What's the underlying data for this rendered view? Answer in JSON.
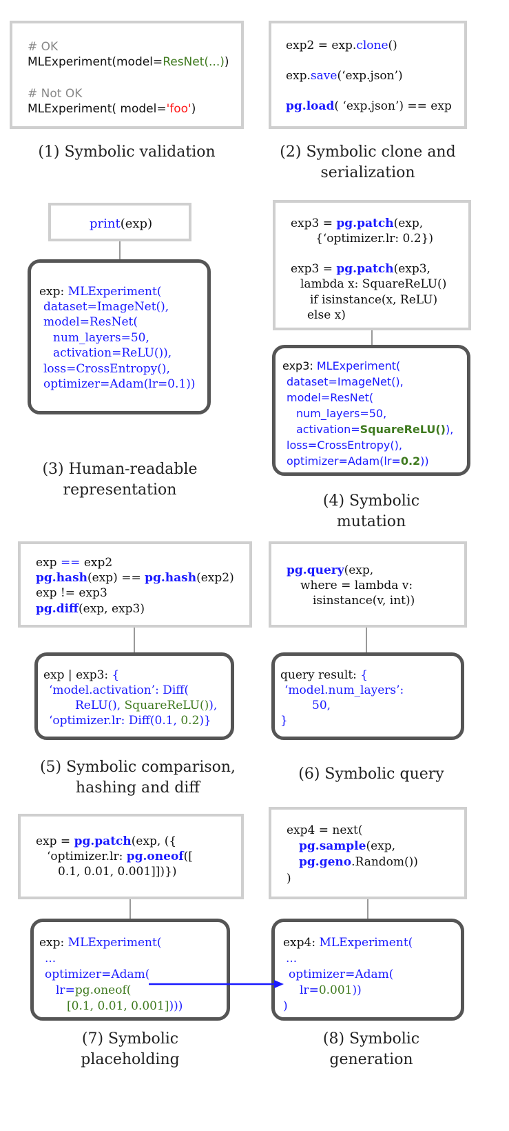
{
  "colors": {
    "black": "#111111",
    "gray": "#888888",
    "blue": "#1a1aff",
    "green": "#3f7a1f",
    "red": "#ff1a1a",
    "border_light": "#cfcfcf",
    "border_dark": "#555555"
  },
  "p1": {
    "c1": "# OK",
    "c2a": "MLExperiment(model=",
    "c2b": "ResNet(...)",
    "c2c": ")",
    "c3": "# Not OK",
    "c4a": "MLExperiment( model=",
    "c4b": "'foo'",
    "c4c": ")",
    "cap1": "(1) Symbolic validation"
  },
  "p2": {
    "l1a": "exp2 = exp.",
    "l1b": "clone",
    "l1c": "()",
    "l2a": "exp.",
    "l2b": "save",
    "l2c": "(‘exp.json’)",
    "l3a": "pg.load",
    "l3b": "( ‘exp.json’) == exp",
    "cap1": "(2) Symbolic clone and",
    "cap2": "serialization"
  },
  "p3": {
    "print_a": "print",
    "print_b": "(exp)",
    "r1a": "exp: ",
    "r1b": "MLExperiment(",
    "r2": "dataset=ImageNet(),",
    "r3": "model=ResNet(",
    "r4": "num_layers=50,",
    "r5": "activation=ReLU()),",
    "r6": "loss=CrossEntropy(),",
    "r7": "optimizer=Adam(lr=0.1))",
    "cap1": "(3)  Human-readable",
    "cap2": "representation"
  },
  "p4": {
    "a1a": "exp3 = ",
    "a1b": "pg.patch",
    "a1c": "(exp,",
    "a2": "{‘optimizer.lr: 0.2})",
    "a3a": "exp3 = ",
    "a3b": "pg.patch",
    "a3c": "(exp3,",
    "a4": "lambda x: SquareReLU()",
    "a5": "if isinstance(x, ReLU)",
    "a6": "else x)",
    "r1a": "exp3: ",
    "r1b": "MLExperiment(",
    "r2": "dataset=ImageNet(),",
    "r3": "model=ResNet(",
    "r4": "num_layers=50,",
    "r5a": "activation=",
    "r5b": "SquareReLU()",
    "r5c": "),",
    "r6": "loss=CrossEntropy(),",
    "r7a": "optimizer=Adam(lr=",
    "r7b": "0.2",
    "r7c": "))",
    "cap1": "(4) Symbolic",
    "cap2": "mutation"
  },
  "p5": {
    "a1a": "exp ",
    "a1b": "==",
    "a1c": " exp2",
    "a2a": "pg.hash",
    "a2b": "(exp) == ",
    "a2c": "pg.hash",
    "a2d": "(exp2)",
    "a3": "exp != exp3",
    "a4a": "pg.diff",
    "a4b": "(exp, exp3)",
    "r1a": "exp | exp3: ",
    "r1b": "{",
    "r2": "‘model.activation’: Diff(",
    "r3a": "ReLU(), ",
    "r3b": "SquareReLU()",
    "r3c": "),",
    "r4a": "‘optimizer.lr: Diff(0.1, ",
    "r4b": "0.2",
    "r4c": ")}",
    "cap1": "(5) Symbolic comparison,",
    "cap2": "hashing and diff"
  },
  "p6": {
    "a1a": "pg.query",
    "a1b": "(exp,",
    "a2": "where = lambda v:",
    "a3": "isinstance(v, int))",
    "r1a": "query result: ",
    "r1b": "{",
    "r2": "‘model.num_layers’:",
    "r3": "50,",
    "r4": "}",
    "cap1": "(6) Symbolic query"
  },
  "p7": {
    "a1a": "exp = ",
    "a1b": "pg.patch",
    "a1c": "(exp, ({",
    "a2a": "‘optimizer.lr: ",
    "a2b": "pg.oneof",
    "a2c": "([",
    "a3": "0.1, 0.01, 0.001]])})",
    "r1a": "exp: ",
    "r1b": "MLExperiment(",
    "r2": "...",
    "r3": "optimizer=Adam(",
    "r4a": "lr=",
    "r4b": "pg.oneof(",
    "r5a": "[0.1, 0.01, 0.001]",
    "r5b": ")))",
    "cap1": "(7) Symbolic",
    "cap2": "placeholding"
  },
  "p8": {
    "a1": "exp4 = next(",
    "a2a": "pg.sample",
    "a2b": "(exp,",
    "a3a": "pg.geno",
    "a3b": ".Random())",
    "a4": ")",
    "r1a": "exp4: ",
    "r1b": "MLExperiment(",
    "r2": "...",
    "r3": "optimizer=Adam(",
    "r4a": "lr=",
    "r4b": "0.001",
    "r4c": "))",
    "r5": ")",
    "cap1": "(8) Symbolic",
    "cap2": "generation"
  }
}
